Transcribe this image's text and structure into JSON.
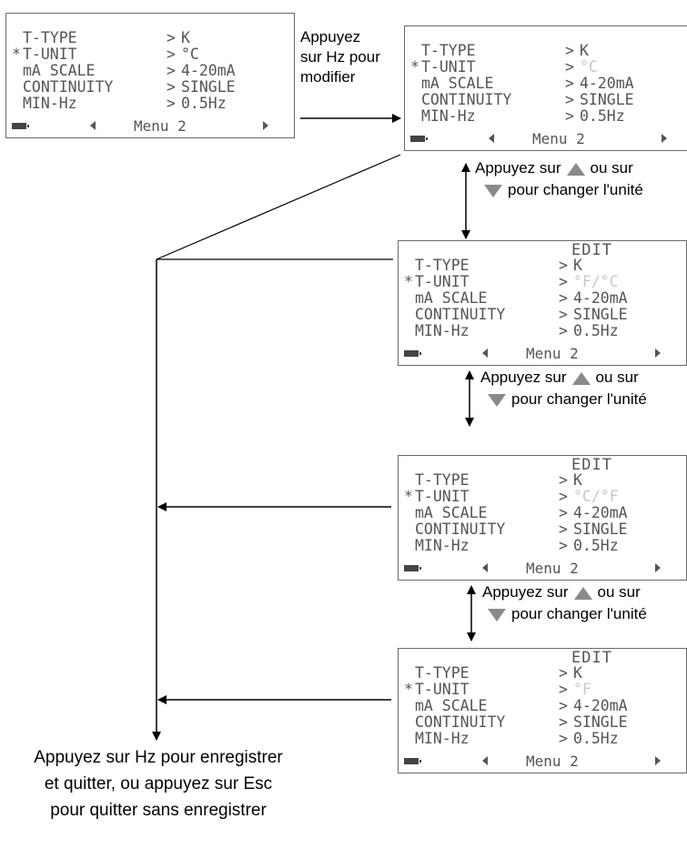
{
  "screens": [
    {
      "edit": "",
      "rows": [
        {
          "star": "",
          "label": "T-TYPE",
          "value": "K",
          "dim": false
        },
        {
          "star": "*",
          "label": "T-UNIT",
          "value": "°C",
          "dim": false
        },
        {
          "star": "",
          "label": "mA SCALE",
          "value": "4-20mA",
          "dim": false
        },
        {
          "star": "",
          "label": "CONTINUITY",
          "value": "SINGLE",
          "dim": false
        },
        {
          "star": "",
          "label": "MIN-Hz",
          "value": "0.5Hz",
          "dim": false
        }
      ],
      "menu": "Menu 2"
    },
    {
      "edit": "",
      "rows": [
        {
          "star": "",
          "label": "T-TYPE",
          "value": "K",
          "dim": false
        },
        {
          "star": "*",
          "label": "T-UNIT",
          "value": "°C",
          "dim": true
        },
        {
          "star": "",
          "label": "mA SCALE",
          "value": "4-20mA",
          "dim": false
        },
        {
          "star": "",
          "label": "CONTINUITY",
          "value": "SINGLE",
          "dim": false
        },
        {
          "star": "",
          "label": "MIN-Hz",
          "value": "0.5Hz",
          "dim": false
        }
      ],
      "menu": "Menu 2"
    },
    {
      "edit": "EDIT",
      "rows": [
        {
          "star": "",
          "label": "T-TYPE",
          "value": "K",
          "dim": false
        },
        {
          "star": "*",
          "label": "T-UNIT",
          "value": "°F/°C",
          "dim": true
        },
        {
          "star": "",
          "label": "mA SCALE",
          "value": "4-20mA",
          "dim": false
        },
        {
          "star": "",
          "label": "CONTINUITY",
          "value": "SINGLE",
          "dim": false
        },
        {
          "star": "",
          "label": "MIN-Hz",
          "value": "0.5Hz",
          "dim": false
        }
      ],
      "menu": "Menu 2"
    },
    {
      "edit": "EDIT",
      "rows": [
        {
          "star": "",
          "label": "T-TYPE",
          "value": "K",
          "dim": false
        },
        {
          "star": "*",
          "label": "T-UNIT",
          "value": "°C/°F",
          "dim": true
        },
        {
          "star": "",
          "label": "mA SCALE",
          "value": "4-20mA",
          "dim": false
        },
        {
          "star": "",
          "label": "CONTINUITY",
          "value": "SINGLE",
          "dim": false
        },
        {
          "star": "",
          "label": "MIN-Hz",
          "value": "0.5Hz",
          "dim": false
        }
      ],
      "menu": "Menu 2"
    },
    {
      "edit": "EDIT",
      "rows": [
        {
          "star": "",
          "label": "T-TYPE",
          "value": "K",
          "dim": false
        },
        {
          "star": "*",
          "label": "T-UNIT",
          "value": "°F",
          "dim": true
        },
        {
          "star": "",
          "label": "mA SCALE",
          "value": "4-20mA",
          "dim": false
        },
        {
          "star": "",
          "label": "CONTINUITY",
          "value": "SINGLE",
          "dim": false
        },
        {
          "star": "",
          "label": "MIN-Hz",
          "value": "0.5Hz",
          "dim": false
        }
      ],
      "menu": "Menu 2"
    }
  ],
  "labels": {
    "press_hz_line1": "Appuyez",
    "press_hz_line2": "sur Hz pour",
    "press_hz_line3": "modifier",
    "step_line1_pre": "Appuyez sur",
    "step_line1_post": "ou sur",
    "step_line2": "pour changer l'unité",
    "final_line1": "Appuyez sur Hz pour enregistrer",
    "final_line2": "et quitter, ou appuyez sur Esc",
    "final_line3": "pour quitter sans enregistrer"
  },
  "icons": {
    "up": "up-triangle-icon",
    "down": "down-triangle-icon",
    "battery": "battery-icon"
  },
  "colors": {
    "lcd_text": "#555555",
    "lcd_dim": "#c8c8c8",
    "arrow_button": "#8a8a8a"
  }
}
